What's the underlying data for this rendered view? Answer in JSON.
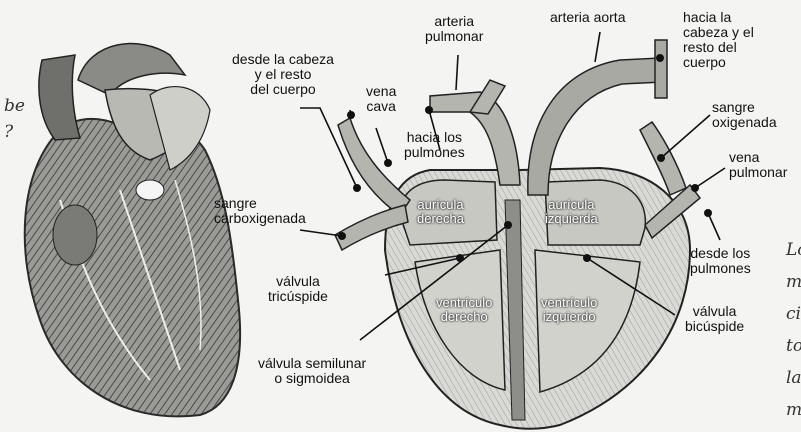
{
  "labels": {
    "arteria_pulmonar": "arteria\npulmonar",
    "arteria_aorta": "arteria aorta",
    "hacia_la_cabeza": "hacia la\ncabeza y el\nresto del\ncuerpo",
    "desde_la_cabeza": "desde la cabeza\ny el resto\ndel cuerpo",
    "vena_cava": "vena\ncava",
    "hacia_los_pulmones": "hacia los\npulmones",
    "sangre_oxigenada": "sangre\noxigenada",
    "vena_pulmonar": "vena\npulmonar",
    "sangre_carboxigenada": "sangre\ncarboxigenada",
    "auricula_derecha": "aurícula\nderecha",
    "auricula_izquierda": "aurícula\nizquierda",
    "ventriculo_derecho": "ventrículo\nderecho",
    "ventriculo_izquierdo": "ventrículo\nizquierdo",
    "valvula_tricuspide": "válvula\ntricúspide",
    "valvula_semilunar": "válvula semilunar\no sigmoidea",
    "desde_los_pulmones": "desde los\npulmones",
    "valvula_bicuspide": "válvula\nbicúspide"
  },
  "cut_text": {
    "left": [
      "be",
      "?"
    ],
    "right": [
      "Lo",
      "m",
      "ci",
      "to",
      "la",
      "m"
    ]
  }
}
